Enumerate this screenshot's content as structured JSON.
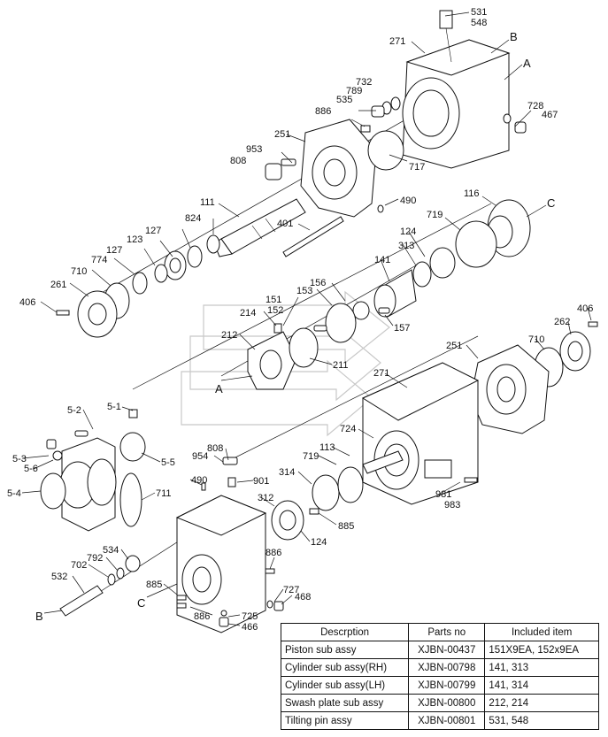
{
  "labels": {
    "l531": "531",
    "l548": "548",
    "l271a": "271",
    "lB1": "B",
    "lA1": "A",
    "l732": "732",
    "l789": "789",
    "l535": "535",
    "l728": "728",
    "l467": "467",
    "l886a": "886",
    "l251a": "251",
    "l953": "953",
    "l808a": "808",
    "l717": "717",
    "l490a": "490",
    "l116": "116",
    "lC1": "C",
    "l111": "111",
    "l824": "824",
    "l401": "401",
    "l719a": "719",
    "l123": "123",
    "l127a": "127",
    "l127b": "127",
    "l774": "774",
    "l710a": "710",
    "l124a": "124",
    "l313": "313",
    "l141": "141",
    "l261": "261",
    "l406a": "406",
    "l156": "156",
    "l151": "151",
    "l153": "153",
    "l152": "152",
    "l214": "214",
    "l157": "157",
    "l406b": "406",
    "l262": "262",
    "l212": "212",
    "l251b": "251",
    "l710b": "710",
    "l211": "211",
    "lA2": "A",
    "l271b": "271",
    "l5_2": "5-2",
    "l5_1": "5-1",
    "l724": "724",
    "l5_3": "5-3",
    "l5_6": "5-6",
    "l5_5": "5-5",
    "l808b": "808",
    "l954": "954",
    "l113": "113",
    "l719b": "719",
    "l490b": "490",
    "l5_4": "5-4",
    "l711": "711",
    "l901": "901",
    "l314": "314",
    "l312": "312",
    "l981": "981",
    "l983": "983",
    "l885a": "885",
    "l124b": "124",
    "l534": "534",
    "l792": "792",
    "l702": "702",
    "l886b": "886",
    "l532": "532",
    "l885b": "885",
    "l727": "727",
    "lC2": "C",
    "l468": "468",
    "l886c": "886",
    "l725": "725",
    "l466": "466",
    "lB2": "B"
  },
  "table": {
    "headers": [
      "Descrption",
      "Parts no",
      "Included item"
    ],
    "rows": [
      [
        "Piston sub assy",
        "XJBN-00437",
        "151X9EA, 152x9EA"
      ],
      [
        "Cylinder sub assy(RH)",
        "XJBN-00798",
        "141, 313"
      ],
      [
        "Cylinder sub assy(LH)",
        "XJBN-00799",
        "141, 314"
      ],
      [
        "Swash plate sub assy",
        "XJBN-00800",
        "212, 214"
      ],
      [
        "Tilting pin assy",
        "XJBN-00801",
        "531, 548"
      ]
    ]
  }
}
